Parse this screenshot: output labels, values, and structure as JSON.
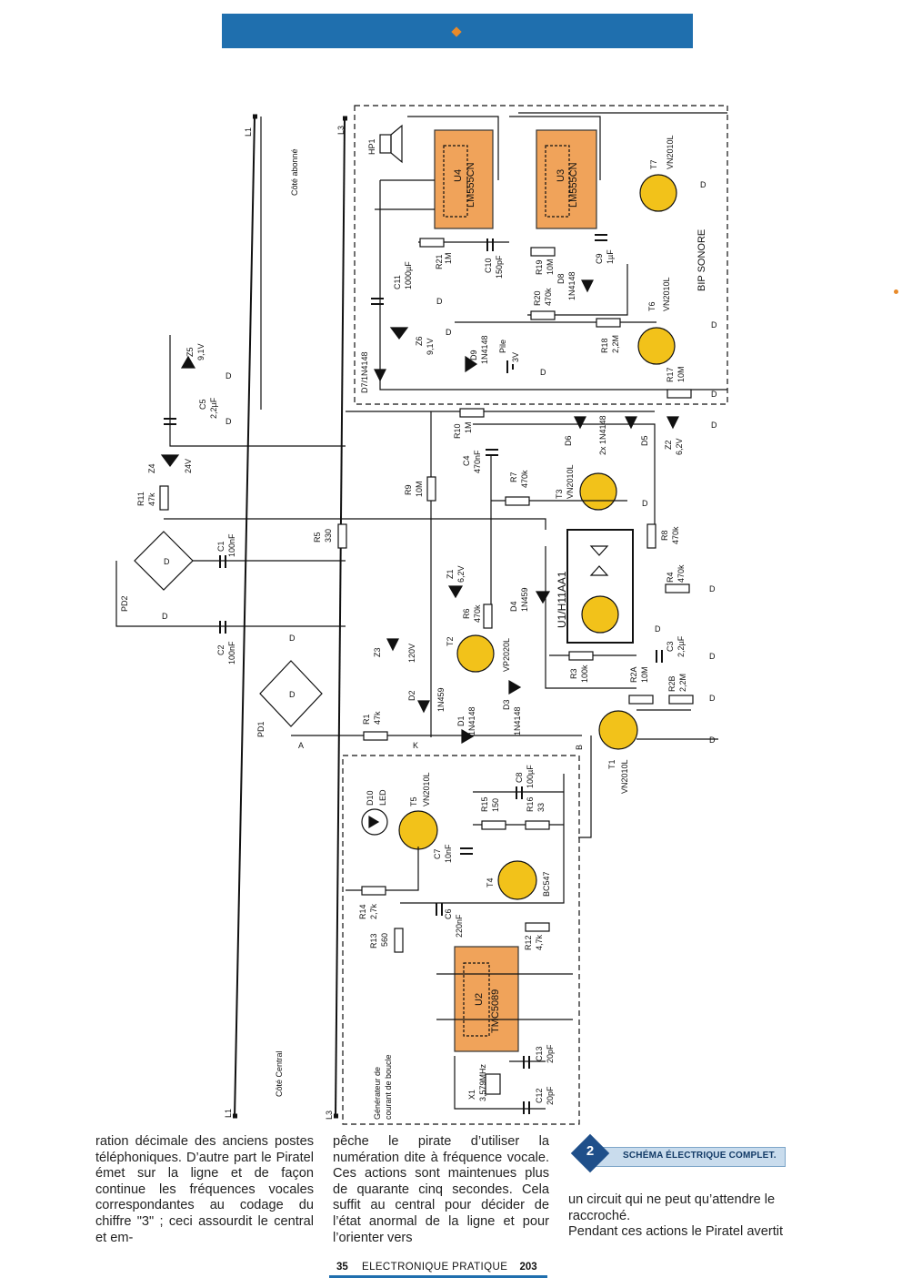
{
  "diagram": {
    "side_labels": {
      "subscriber": "Côté abonné",
      "central": "Côté Central"
    },
    "lines": {
      "l1": "L1",
      "l3": "L3"
    },
    "section_labels": {
      "bip": "BIP SONORE",
      "generator_line1": "Générateur de",
      "generator_line2": "courant de boucle"
    },
    "points": {
      "a": "A",
      "b": "B",
      "k": "K"
    },
    "ground_label": "D",
    "components": {
      "hp1": "HP1",
      "u4_name": "U4",
      "u4_part": "LM555CN",
      "u3_name": "U3",
      "u3_part": "LM555CN",
      "t7": "T7",
      "t7_part": "VN2010L",
      "t6": "T6",
      "t6_part": "VN2010L",
      "r21": "R21",
      "r21_val": "1M",
      "c10": "C10",
      "c10_val": "150pF",
      "r19": "R19",
      "r19_val": "10M",
      "r20": "R20",
      "r20_val": "470k",
      "d8": "D8",
      "d8_val": "1N4148",
      "c9": "C9",
      "c9_val": "1µF",
      "c11": "C11",
      "c11_val": "1000µF",
      "z6": "Z6",
      "z6_val": "9,1V",
      "d9": "D9",
      "d9_val": "1N4148",
      "pile": "Pile",
      "pile_val": "3V",
      "d7": "D7/1N4148",
      "r18": "R18",
      "r18_val": "2,2M",
      "r17": "R17",
      "r17_val": "10M",
      "z5": "Z5",
      "z5_val": "9,1V",
      "c5": "C5",
      "c5_val": "2,2µF",
      "z4": "Z4",
      "z4_val": "24V",
      "r11": "R11",
      "r11_val": "47k",
      "c1": "C1",
      "c1_val": "100nF",
      "pd2": "PD2",
      "c2": "C2",
      "c2_val": "100nF",
      "pd1": "PD1",
      "r10": "R10",
      "r10_val": "1M",
      "r9": "R9",
      "r9_val": "10M",
      "r5": "R5",
      "r5_val": "330",
      "c4": "C4",
      "c4_val": "470nF",
      "d6": "D6",
      "d5": "D5",
      "d5d6_val": "2x 1N4148",
      "z2": "Z2",
      "z2_val": "6,2V",
      "r7": "R7",
      "r7_val": "470k",
      "t3": "T3",
      "t3_part": "VN2010L",
      "r8": "R8",
      "r8_val": "470k",
      "z1": "Z1",
      "z1_val": "6,2V",
      "r6": "R6",
      "r6_val": "470k",
      "d4": "D4",
      "d4_val": "1N459",
      "u1": "U1/H11AA1",
      "r4": "R4",
      "r4_val": "470k",
      "c3": "C3",
      "c3_val": "2,2µF",
      "z3": "Z3",
      "z3_val": "120V",
      "t2": "T2",
      "t2_part": "VP2020L",
      "r3": "R3",
      "r3_val": "100k",
      "r2a": "R2A",
      "r2a_val": "10M",
      "r2b": "R2B",
      "r2b_val": "2,2M",
      "r1": "R1",
      "r1_val": "47k",
      "d2": "D2",
      "d2_val": "1N459",
      "d1": "D1",
      "d1_val": "1N4148",
      "d3": "D3",
      "d3_val": "1N4148",
      "t1": "T1",
      "t1_part": "VN2010L",
      "d10": "D10",
      "d10_val": "LED",
      "t5": "T5",
      "t5_part": "VN2010L",
      "r15": "R15",
      "r15_val": "150",
      "r16": "R16",
      "r16_val": "33",
      "c8": "C8",
      "c8_val": "100µF",
      "c7": "C7",
      "c7_val": "10nF",
      "t4": "T4",
      "t4_part": "BC547",
      "r14": "R14",
      "r14_val": "2,7k",
      "c6": "C6",
      "c6_val": "220nF",
      "r13": "R13",
      "r13_val": "560",
      "r12": "R12",
      "r12_val": "4,7k",
      "u2_name": "U2",
      "u2_part": "TMC5089",
      "x1": "X1",
      "x1_val": "3,579MHz",
      "c13": "C13",
      "c13_val": "20pF",
      "c12": "C12",
      "c12_val": "20pF"
    }
  },
  "article": {
    "col1": "ration décimale des anciens postes téléphoniques. D’autre part le Piratel émet sur la ligne et de façon continue les fréquences vocales correspondantes au codage du chiffre \"3\" ; ceci assourdit le central et em-",
    "col2": "pêche le pirate d’utiliser la numération dite à fréquence vocale. Ces actions sont maintenues plus de quarante cinq secondes. Cela suffit au central pour décider de l’état anormal de la ligne et pour l’orienter vers",
    "col3_p1": "un circuit qui ne peut qu’attendre le raccroché.",
    "col3_p2": "Pendant ces actions le Piratel avertit"
  },
  "figure_badge": {
    "number": "2",
    "caption": "SCHÉMA ÉLECTRIQUE COMPLET."
  },
  "footer": {
    "issue": "35",
    "magazine": "ELECTRONIQUE PRATIQUE",
    "page": "203"
  },
  "colors": {
    "header_blue": "#1f6fae",
    "component_yellow": "#f2c21a",
    "chip_orange": "#f0a35a",
    "badge_blue": "#1f4f8a"
  }
}
